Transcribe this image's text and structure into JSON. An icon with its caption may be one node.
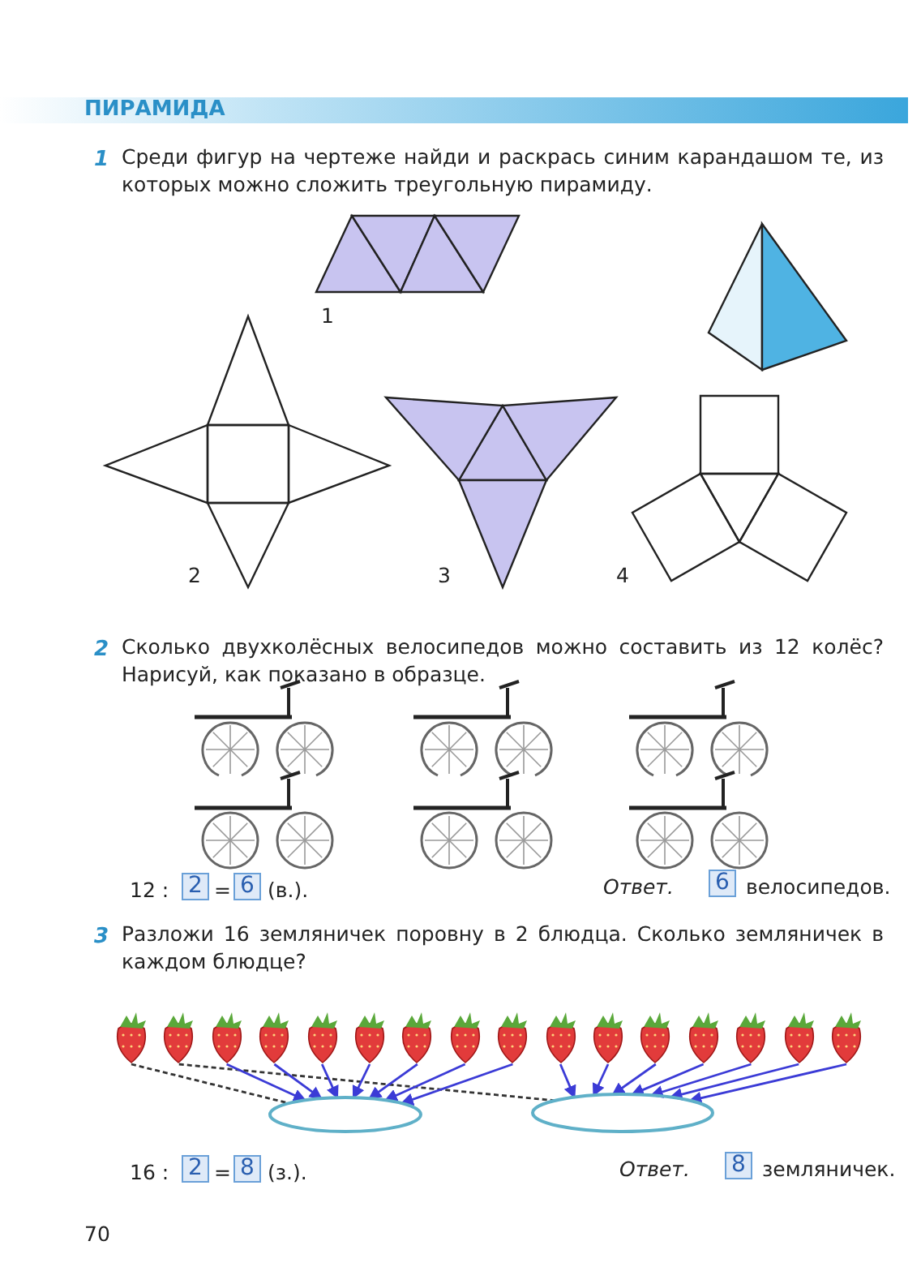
{
  "diagram": {
    "title": "ПИРАМИДА",
    "nodes": [
      {
        "text": [],
        "shape": "picture"
      },
      {
        "text": [],
        "shape": "picture"
      },
      {
        "text": [],
        "shape": "picture"
      },
      {
        "text": [],
        "shape": "picture"
      },
      {
        "text": [],
        "shape": "picture"
      },
      {
        "text": [],
        "shape": "picture"
      },
      {
        "text": [],
        "shape": "picture"
      },
      {
        "text": [],
        "shape": "picture"
      },
      {
        "text": [],
        "shape": "picture"
      },
      {
        "text": [],
        "shape": "picture"
      },
      {
        "text": [],
        "shape": "picture"
      },
      {
        "text": [],
        "shape": "picture"
      },
      {
        "text": [],
        "shape": "picture"
      },
      {
        "text": [],
        "shape": "picture"
      },
      {
        "text": [],
        "shape": "picture"
      },
      {
        "text": [],
        "shape": "picture"
      },
      {
        "text": [],
        "shape": "ellipse"
      },
      {
        "text": [],
        "shape": "ellipse"
      }
    ],
    "edges": [
      {
        "from": 0,
        "to": 16,
        "arrow": "none",
        "style": "dashed",
        "color": "#333333"
      },
      {
        "from": 1,
        "to": 17,
        "arrow": "none",
        "style": "dashed",
        "color": "#333333"
      },
      {
        "from": 2,
        "to": 16,
        "arrow": "to"
      },
      {
        "from": 3,
        "to": 16,
        "arrow": "to"
      },
      {
        "from": 4,
        "to": 16,
        "arrow": "to"
      },
      {
        "from": 5,
        "to": 16,
        "arrow": "to"
      },
      {
        "from": 6,
        "to": 16,
        "arrow": "to"
      },
      {
        "from": 7,
        "to": 16,
        "arrow": "to"
      },
      {
        "from": 8,
        "to": 16,
        "arrow": "to"
      },
      {
        "from": 9,
        "to": 17,
        "arrow": "to"
      },
      {
        "from": 10,
        "to": 17,
        "arrow": "to"
      },
      {
        "from": 11,
        "to": 17,
        "arrow": "to"
      },
      {
        "from": 12,
        "to": 17,
        "arrow": "to"
      },
      {
        "from": 13,
        "to": 17,
        "arrow": "to"
      },
      {
        "from": 14,
        "to": 17,
        "arrow": "to"
      },
      {
        "from": 15,
        "to": 17,
        "arrow": "to"
      }
    ],
    "labels": [
      "1",
      "Среди фигур на чертеже найди и раскрась синим карандашом те, из которых можно сложить треугольную пирамиду.",
      "1",
      "2",
      "3",
      "4",
      "2",
      "Сколько двухколёсных велосипедов можно составить из 12 колёс? Нарисуй, как показано в образце.",
      "12 :",
      "2",
      "=",
      "6",
      "(в.).",
      "Ответ.",
      "6",
      "велосипедов.",
      "3",
      "Разложи 16 земляничек поровну в 2 блюдца. Сколько земляничек в каждом блюдце?",
      "16 :",
      "2",
      "=",
      "8",
      "(з.).",
      "Ответ.",
      "8",
      "земляничек.",
      "70"
    ]
  }
}
